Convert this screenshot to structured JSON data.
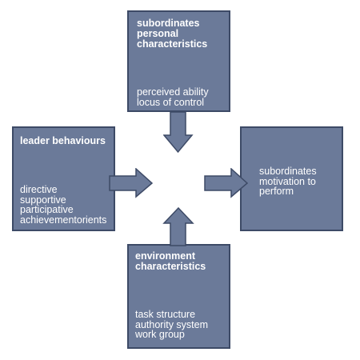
{
  "boxes": {
    "top": {
      "title": "subordinates\npersonal\ncharacteristics",
      "items": [
        "perceived ability",
        "locus of control"
      ]
    },
    "left": {
      "title": "leader behaviours",
      "items": [
        "directive",
        "supportive",
        "participative",
        "achievementorients"
      ]
    },
    "right": {
      "items": [
        "subordinates",
        "motivation to",
        "perform"
      ]
    },
    "bottom": {
      "title": "environment\ncharacteristics",
      "items": [
        "task structure",
        "authority system",
        "work group"
      ]
    }
  },
  "colors": {
    "box_fill": "#6b7a99",
    "box_border": "#3d4a66",
    "text": "#ffffff"
  }
}
